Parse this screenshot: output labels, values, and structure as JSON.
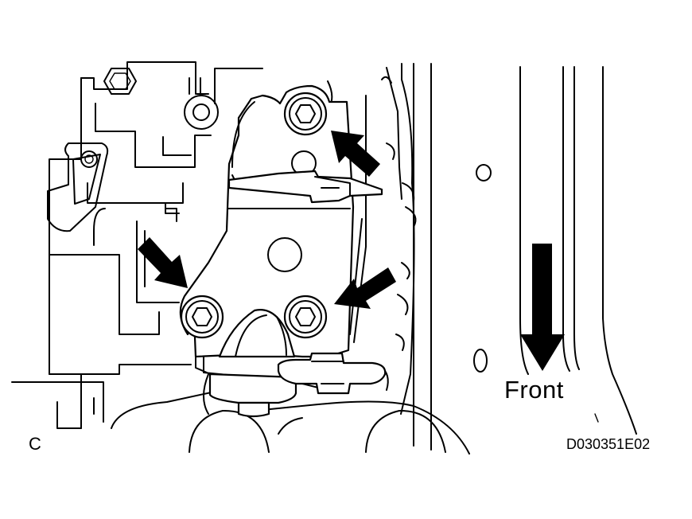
{
  "labels": {
    "direction": "Front",
    "corner": "C",
    "code": "D030351E02"
  },
  "illustration": {
    "style": "black line art on white",
    "arrow_color": "#000000",
    "background": "#ffffff",
    "bolt_arrows": 3,
    "direction_arrow": "down"
  }
}
